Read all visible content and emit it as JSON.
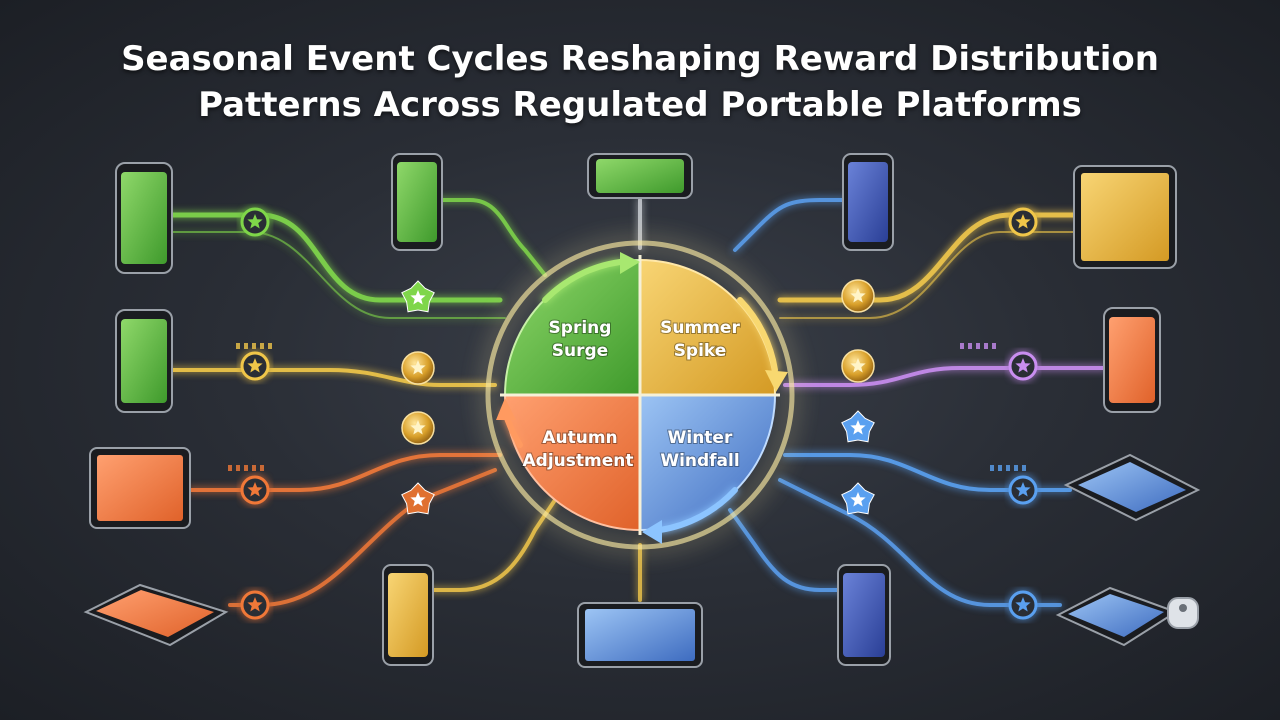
{
  "title": {
    "line1": "Seasonal Event Cycles Reshaping Reward Distribution",
    "line2": "Patterns Across Regulated Portable Platforms"
  },
  "segments": [
    {
      "id": "spring",
      "line1": "Spring",
      "line2": "Surge",
      "color": "#4f9a36"
    },
    {
      "id": "summer",
      "line1": "Summer",
      "line2": "Spike",
      "color": "#d9a12a"
    },
    {
      "id": "autumn",
      "line1": "Autumn",
      "line2": "Adjustment",
      "color": "#d4581f"
    },
    {
      "id": "winter",
      "line1": "Winter",
      "line2": "Windfall",
      "color": "#3f7fc4"
    }
  ],
  "colors": {
    "green": "#7fd64a",
    "yellow": "#f0c64a",
    "orange": "#f07838",
    "blue": "#5aa0f0",
    "purple": "#c98ef0",
    "background": "#2a2e36"
  },
  "icons": [
    "smartphone-icon",
    "tablet-icon",
    "handheld-console-icon",
    "star-badge-icon",
    "gold-coin-icon"
  ]
}
